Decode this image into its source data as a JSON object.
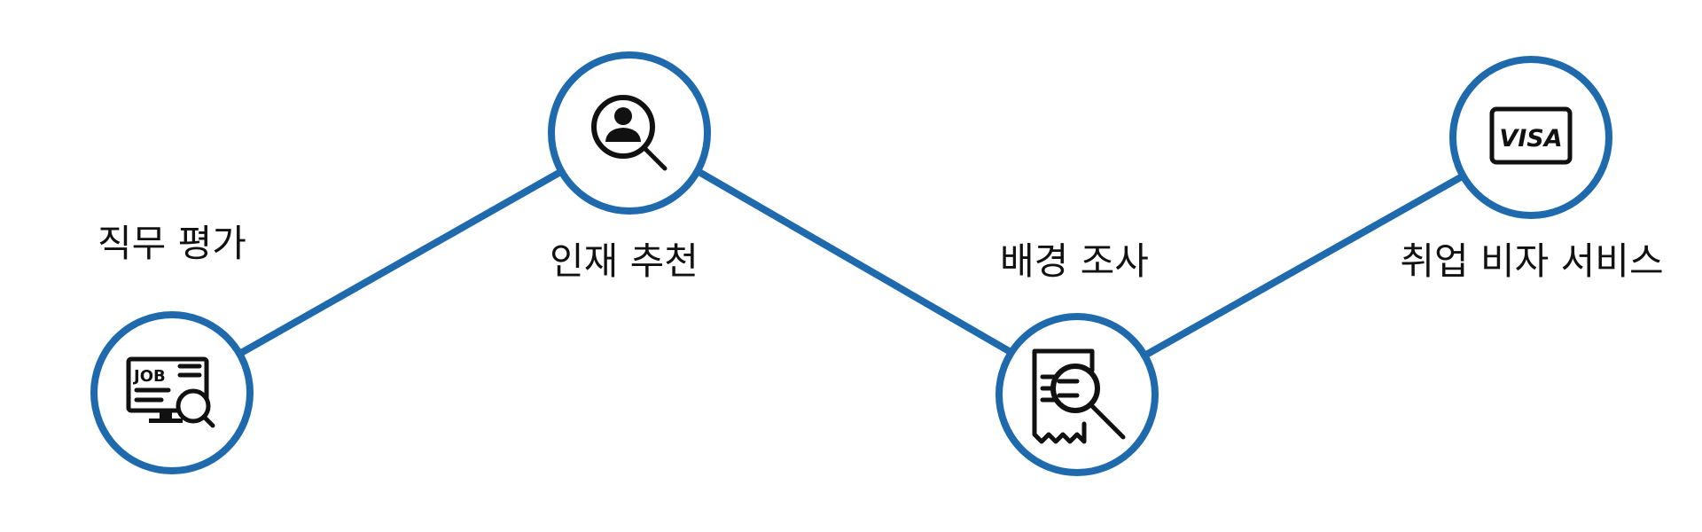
{
  "steps": [
    {
      "label": "직무 평가",
      "icon": "job-search-icon"
    },
    {
      "label": "인재 추천",
      "icon": "person-search-icon"
    },
    {
      "label": "배경 조사",
      "icon": "document-search-icon"
    },
    {
      "label": "취업 비자 서비스",
      "icon": "visa-card-icon"
    }
  ],
  "icon_text": {
    "job": "JOB",
    "visa": "VISA"
  },
  "colors": {
    "accent": "#1f6aad",
    "text": "#111111",
    "background": "#ffffff"
  }
}
